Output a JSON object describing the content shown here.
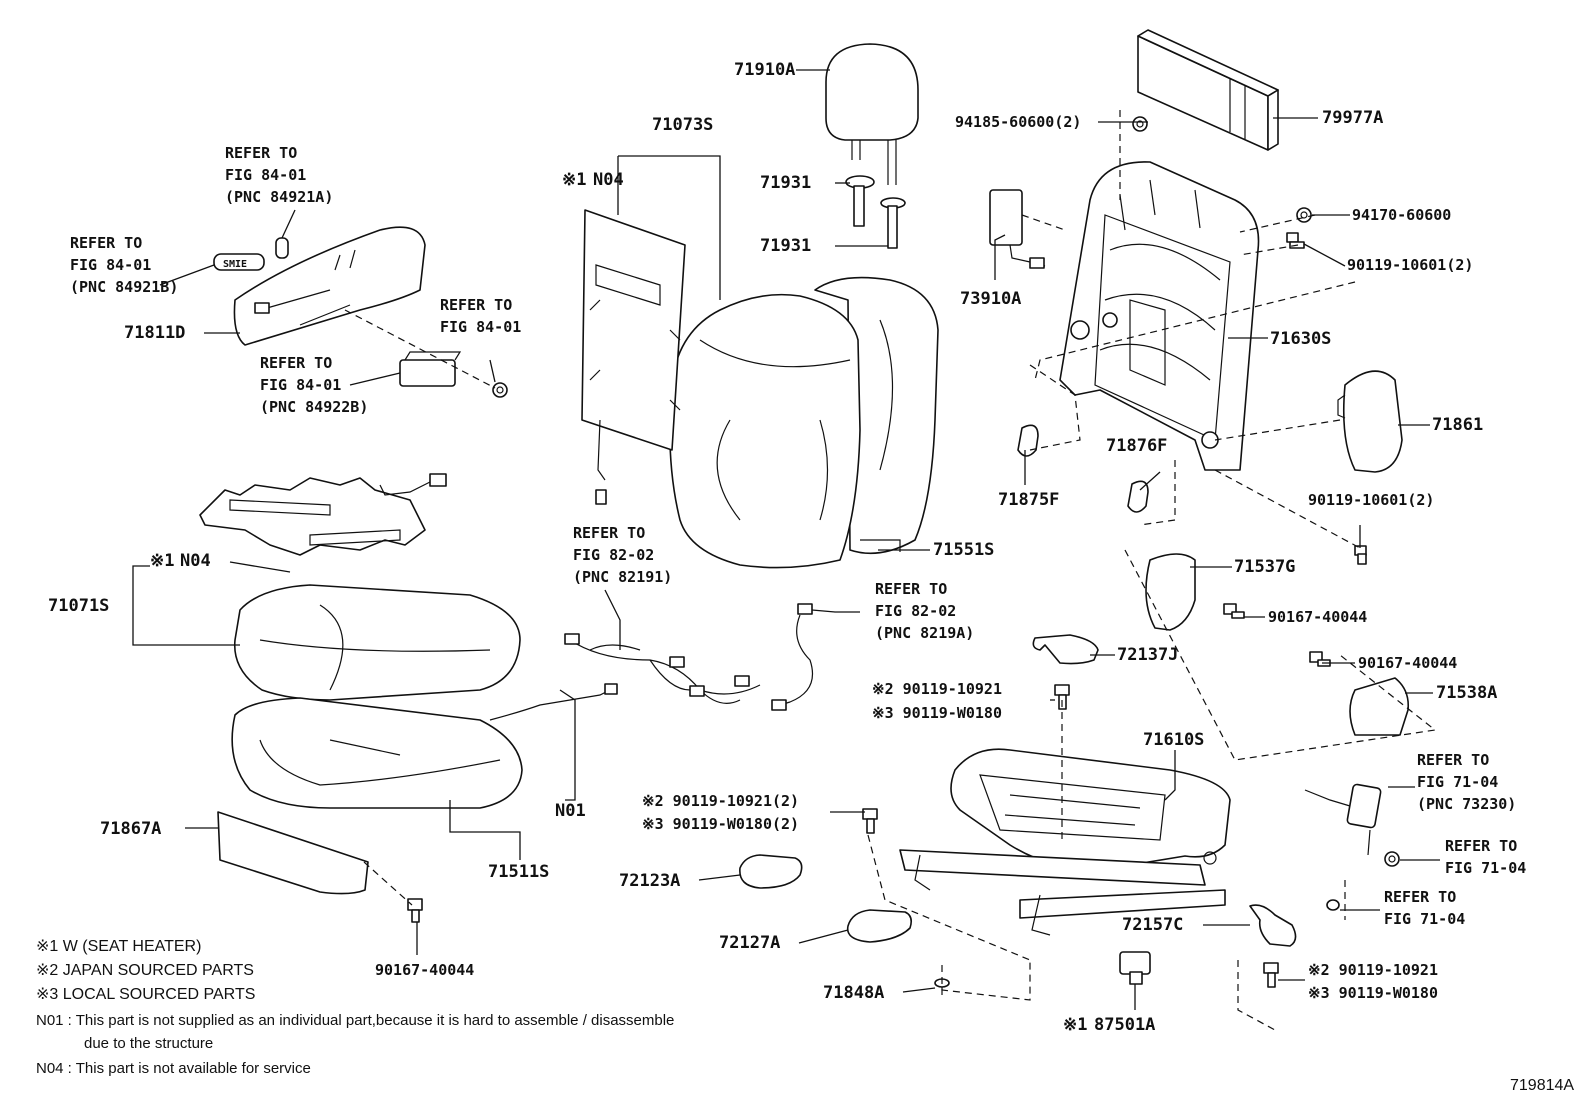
{
  "diagram_id": "719814A",
  "parts": {
    "p71910A": "71910A",
    "p71073S": "71073S",
    "p79977A": "79977A",
    "p94185": "94185-60600(2)",
    "p94170": "94170-60600",
    "p90119_10601_2a": "90119-10601(2)",
    "p71931a": "71931",
    "p71931b": "71931",
    "p73910A": "73910A",
    "p71630S": "71630S",
    "p71861": "71861",
    "p71876F": "71876F",
    "p71875F": "71875F",
    "p90119_10601_2b": "90119-10601(2)",
    "p71551S": "71551S",
    "p71537G": "71537G",
    "p90167_a": "90167-40044",
    "p72137J": "72137J",
    "p90167_b": "90167-40044",
    "p71538A": "71538A",
    "p71610S": "71610S",
    "p71071S": "71071S",
    "p71811D": "71811D",
    "p71867A": "71867A",
    "p71511S": "71511S",
    "pN01": "N01",
    "p72123A": "72123A",
    "p72127A": "72127A",
    "p71848A": "71848A",
    "p72157C": "72157C",
    "p87501A": "87501A",
    "p90167_c": "90167-40044",
    "n04_top": "N04",
    "n04_mid": "N04"
  },
  "marked": {
    "m1_n04_top": "※1",
    "m1_n04_mid": "※1",
    "m1_87501A": "※1",
    "m2_10921_a": "※2 90119-10921",
    "m3_w0180_a": "※3 90119-W0180",
    "m2_10921_b": "※2 90119-10921(2)",
    "m3_w0180_b": "※3 90119-W0180(2)",
    "m2_10921_c": "※2 90119-10921",
    "m3_w0180_c": "※3 90119-W0180"
  },
  "refers": {
    "r1": [
      "REFER TO",
      "FIG 84-01",
      "(PNC 84921A)"
    ],
    "r2": [
      "REFER TO",
      "FIG 84-01",
      "(PNC 84921B)"
    ],
    "r3": [
      "REFER TO",
      "FIG 84-01"
    ],
    "r4": [
      "REFER TO",
      "FIG 84-01",
      "(PNC 84922B)"
    ],
    "r5": [
      "REFER TO",
      "FIG 82-02",
      "(PNC 82191)"
    ],
    "r6": [
      "REFER TO",
      "FIG 82-02",
      "(PNC 8219A)"
    ],
    "r7": [
      "REFER TO",
      "FIG 71-04",
      "(PNC 73230)"
    ],
    "r8": [
      "REFER TO",
      "FIG 71-04"
    ],
    "r9": [
      "REFER TO",
      "FIG 71-04"
    ]
  },
  "legend": {
    "l1": "※1 W (SEAT HEATER)",
    "l2": "※2 JAPAN SOURCED PARTS",
    "l3": "※3 LOCAL SOURCED PARTS",
    "n01a": "N01 : This part is not supplied as an individual part,because it is hard to assemble / disassemble",
    "n01b": "due to the structure",
    "n04": "N04 : This part is not available for service"
  },
  "seat_badge": "SMIE"
}
